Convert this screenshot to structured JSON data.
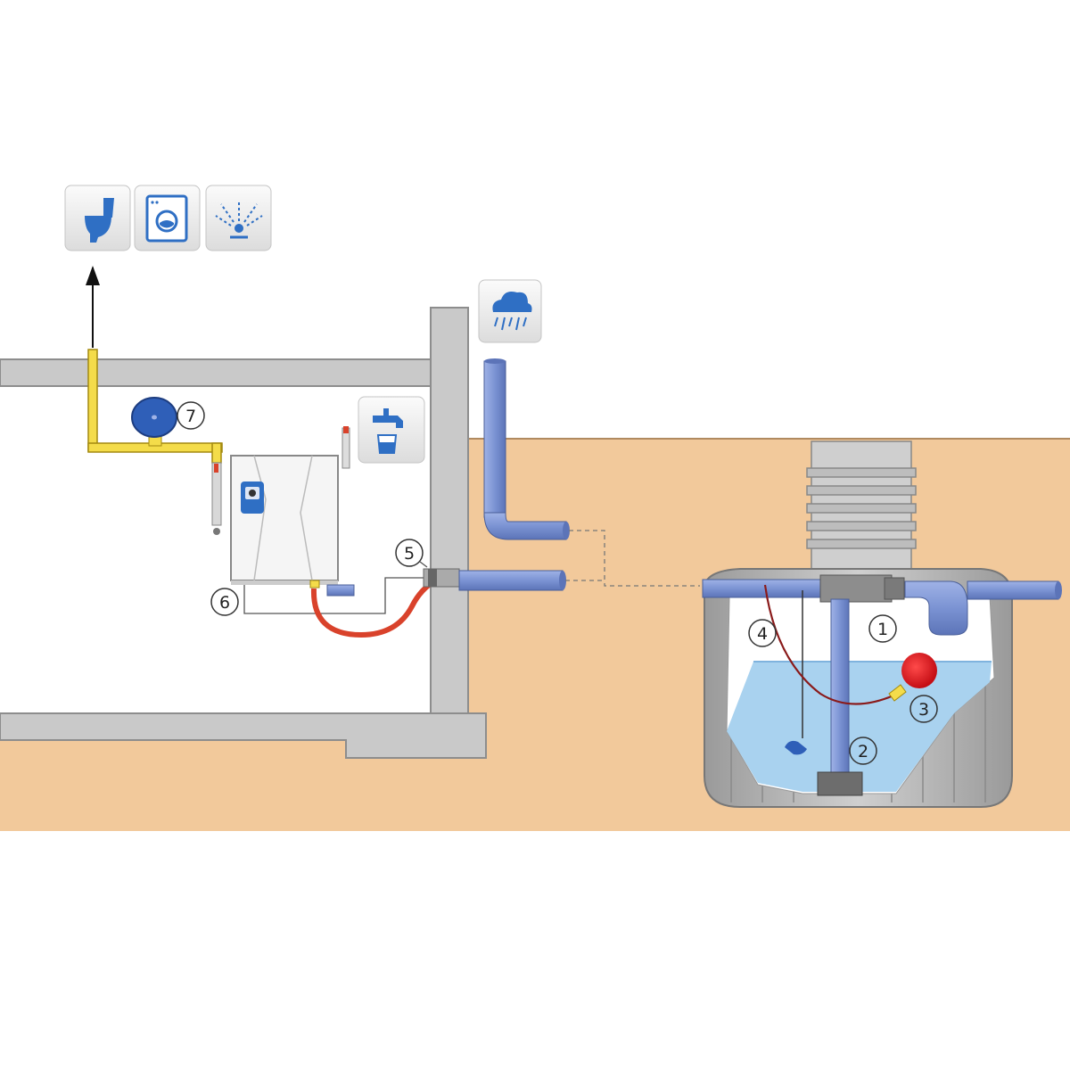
{
  "callouts": [
    {
      "label": "1",
      "name": "rainwater-tank"
    },
    {
      "label": "2",
      "name": "suction-pipe"
    },
    {
      "label": "3",
      "name": "floating-suction-filter"
    },
    {
      "label": "4",
      "name": "level-sensor-cable"
    },
    {
      "label": "5",
      "name": "wall-duct"
    },
    {
      "label": "6",
      "name": "control-unit"
    },
    {
      "label": "7",
      "name": "pressure-vessel"
    }
  ],
  "icons": {
    "toilet": "toilet-icon",
    "washing_machine": "washing-machine-icon",
    "garden_sprinkler": "garden-sprinkler-icon",
    "rain_cloud": "rain-cloud-icon",
    "tap_water": "tap-water-icon"
  },
  "colors": {
    "soil": "#f2c99b",
    "wall": "#c9c9c9",
    "pipe_blue": "#7b93d3",
    "water": "#a9d2ef",
    "yellow_pipe": "#f4dc4a",
    "red_hose": "#d9422b",
    "pressure_vessel": "#2f5fb8",
    "float_ball": "#e0141c"
  }
}
